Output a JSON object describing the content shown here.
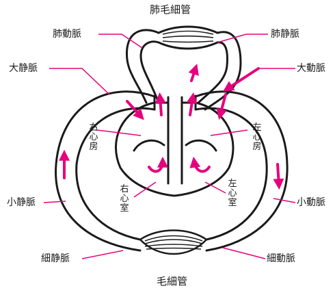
{
  "labels": {
    "pulmonary_capillaries": "肺毛細管",
    "pulmonary_artery": "肺動脈",
    "pulmonary_vein": "肺静脈",
    "vena_cava": "大静脈",
    "aorta": "大動脈",
    "right_atrium": "右心房",
    "left_atrium": "左心房",
    "right_ventricle": "右心室",
    "left_ventricle": "左心室",
    "small_vein": "小静脈",
    "small_artery": "小動脈",
    "venule": "細静脈",
    "arteriole": "細動脈",
    "capillaries": "毛細管"
  },
  "colors": {
    "outline": "#1a1a1a",
    "leader": "#e6007e",
    "arrow": "#e6007e",
    "fill": "#ffffff"
  }
}
